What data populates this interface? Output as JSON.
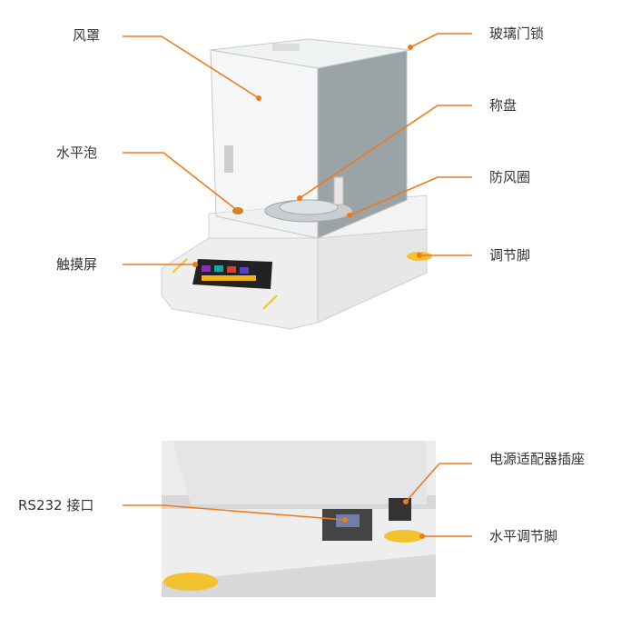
{
  "accent_color": "#f07a1a",
  "labels": {
    "draft_shield": "风罩",
    "level_bubble": "水平泡",
    "touch_screen": "触摸屏",
    "glass_door_lock": "玻璃门锁",
    "weighing_pan": "称盘",
    "windproof_ring": "防风圈",
    "adjusting_foot": "调节脚",
    "rs232_port": "RS232 接口",
    "power_adapter_socket": "电源适配器插座",
    "leveling_foot": "水平调节脚"
  }
}
